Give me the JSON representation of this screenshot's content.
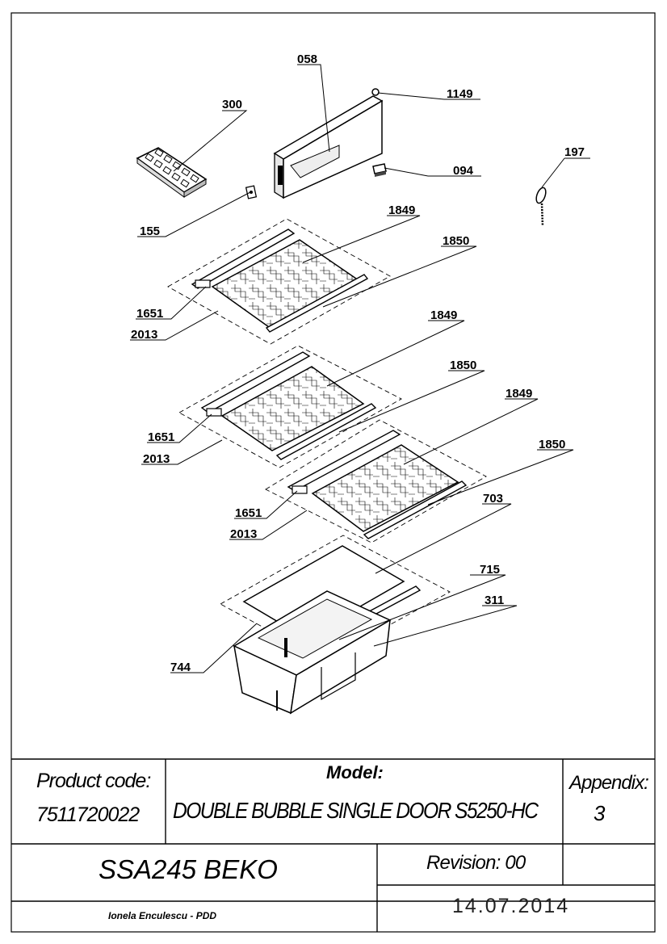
{
  "diagram": {
    "title_block": {
      "product_code_label": "Product code:",
      "product_code": "7511720022",
      "model_label": "Model:",
      "model": "DOUBLE BUBBLE SINGLE DOOR S5250-HC",
      "appendix_label": "Appendix:",
      "appendix": "3",
      "name": "SSA245 BEKO",
      "revision": "Revision: 00",
      "author": "Ionela Enculescu - PDD",
      "date": "14.07.2014"
    },
    "callouts": [
      {
        "id": "c-058",
        "text": "058"
      },
      {
        "id": "c-1149",
        "text": "1149"
      },
      {
        "id": "c-300",
        "text": "300"
      },
      {
        "id": "c-094",
        "text": "094"
      },
      {
        "id": "c-197",
        "text": "197"
      },
      {
        "id": "c-155",
        "text": "155"
      },
      {
        "id": "c-1849a",
        "text": "1849"
      },
      {
        "id": "c-1850a",
        "text": "1850"
      },
      {
        "id": "c-1651a",
        "text": "1651"
      },
      {
        "id": "c-2013a",
        "text": "2013"
      },
      {
        "id": "c-1849b",
        "text": "1849"
      },
      {
        "id": "c-1850b",
        "text": "1850"
      },
      {
        "id": "c-1651b",
        "text": "1651"
      },
      {
        "id": "c-2013b",
        "text": "2013"
      },
      {
        "id": "c-1849c",
        "text": "1849"
      },
      {
        "id": "c-1850c",
        "text": "1850"
      },
      {
        "id": "c-1651c",
        "text": "1651"
      },
      {
        "id": "c-2013c",
        "text": "2013"
      },
      {
        "id": "c-703",
        "text": "703"
      },
      {
        "id": "c-715",
        "text": "715"
      },
      {
        "id": "c-311",
        "text": "311"
      },
      {
        "id": "c-744",
        "text": "744"
      }
    ]
  }
}
